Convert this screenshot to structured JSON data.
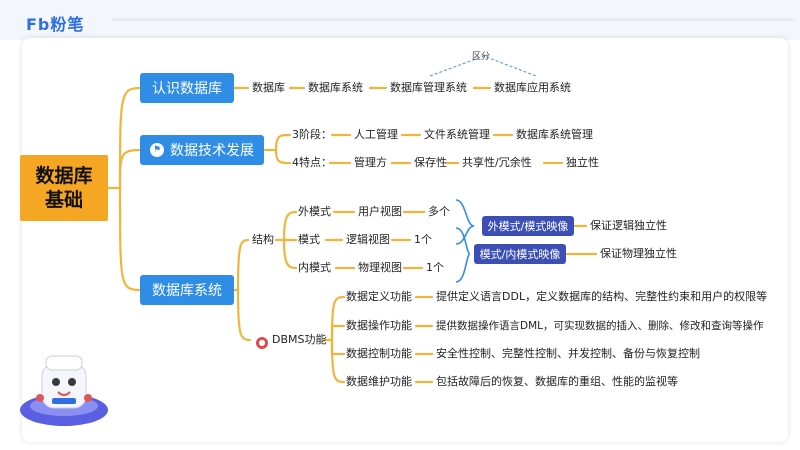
{
  "brand": {
    "logo": "Fb粉笔"
  },
  "colors": {
    "root": "#f5a623",
    "main": "#2f8de6",
    "pill": "#3b4fb5",
    "line": "#f2b53c"
  },
  "root": {
    "line1": "数据库",
    "line2": "基础"
  },
  "nodes": {
    "n1": {
      "label": "认识数据库",
      "chain": [
        "数据库",
        "数据库系统",
        "数据库管理系统",
        "数据库应用系统"
      ],
      "bracket_label": "区分"
    },
    "n2": {
      "label": "数据技术发展",
      "icon": "flag-icon",
      "stage_label": "3阶段：",
      "stages": [
        "人工管理",
        "文件系统管理",
        "数据库系统管理"
      ],
      "feature_label": "4特点：",
      "features": [
        "管理方",
        "保存性",
        "共享性/冗余性",
        "独立性"
      ]
    },
    "n3": {
      "label": "数据库系统",
      "structure": {
        "label": "结构",
        "items": [
          {
            "name": "外模式",
            "view": "用户视图",
            "count": "多个"
          },
          {
            "name": "模式",
            "view": "逻辑视图",
            "count": "1个"
          },
          {
            "name": "内模式",
            "view": "物理视图",
            "count": "1个"
          }
        ],
        "mappings": [
          {
            "label": "外模式/模式映像",
            "result": "保证逻辑独立性"
          },
          {
            "label": "模式/内模式映像",
            "result": "保证物理独立性"
          }
        ]
      },
      "dbms": {
        "label": "DBMS功能",
        "icon": "dbms-icon",
        "items": [
          {
            "name": "数据定义功能",
            "desc": "提供定义语言DDL，定义数据库的结构、完整性约束和用户的权限等"
          },
          {
            "name": "数据操作功能",
            "desc": "提供数据操作语言DML，可实现数据的插入、删除、修改和查询等操作"
          },
          {
            "name": "数据控制功能",
            "desc": "安全性控制、完整性控制、并发控制、备份与恢复控制"
          },
          {
            "name": "数据维护功能",
            "desc": "包括故障后的恢复、数据库的重组、性能的监视等"
          }
        ]
      }
    }
  }
}
